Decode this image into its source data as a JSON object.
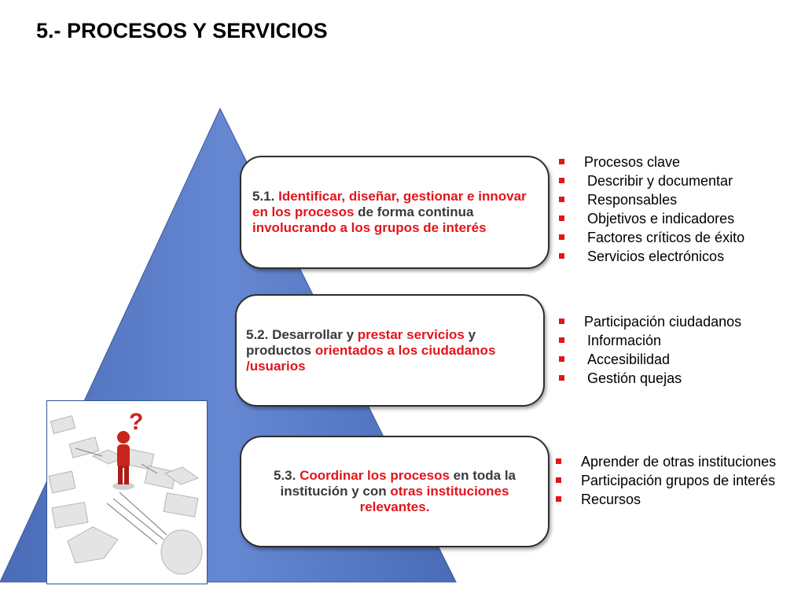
{
  "slide": {
    "title": "5.- PROCESOS Y SERVICIOS"
  },
  "colors": {
    "pyramid_fill": "#5a7cc6",
    "accent_red": "#e3141b",
    "text_dark": "#3a3a3a"
  },
  "boxes": [
    {
      "segments": [
        {
          "text": "5.1. ",
          "red": false
        },
        {
          "text": "Identificar, diseñar, gestionar e innovar en los procesos",
          "red": true
        },
        {
          "text": " de forma continua ",
          "red": false
        },
        {
          "text": "involucrando a los grupos de interés",
          "red": true
        }
      ]
    },
    {
      "segments": [
        {
          "text": "5.2. Desarrollar y ",
          "red": false
        },
        {
          "text": "prestar servicios",
          "red": true
        },
        {
          "text": " y productos  ",
          "red": false
        },
        {
          "text": "orientados a los ciudadanos /usuarios",
          "red": true
        }
      ]
    },
    {
      "segments": [
        {
          "text": "5.3. ",
          "red": false
        },
        {
          "text": "Coordinar los procesos",
          "red": true
        },
        {
          "text": " en toda la institución y con ",
          "red": false
        },
        {
          "text": "otras instituciones relevantes.",
          "red": true
        }
      ]
    }
  ],
  "lists": [
    {
      "items": [
        "Procesos clave",
        "Describir y documentar",
        "Responsables",
        "Objetivos e indicadores",
        "Factores críticos de éxito",
        "Servicios electrónicos"
      ]
    },
    {
      "items": [
        "Participación ciudadanos",
        "Información",
        "Accesibilidad",
        "Gestión quejas"
      ]
    },
    {
      "items": [
        "Aprender de otras instituciones",
        "Participación grupos de interés",
        "Recursos"
      ]
    }
  ]
}
